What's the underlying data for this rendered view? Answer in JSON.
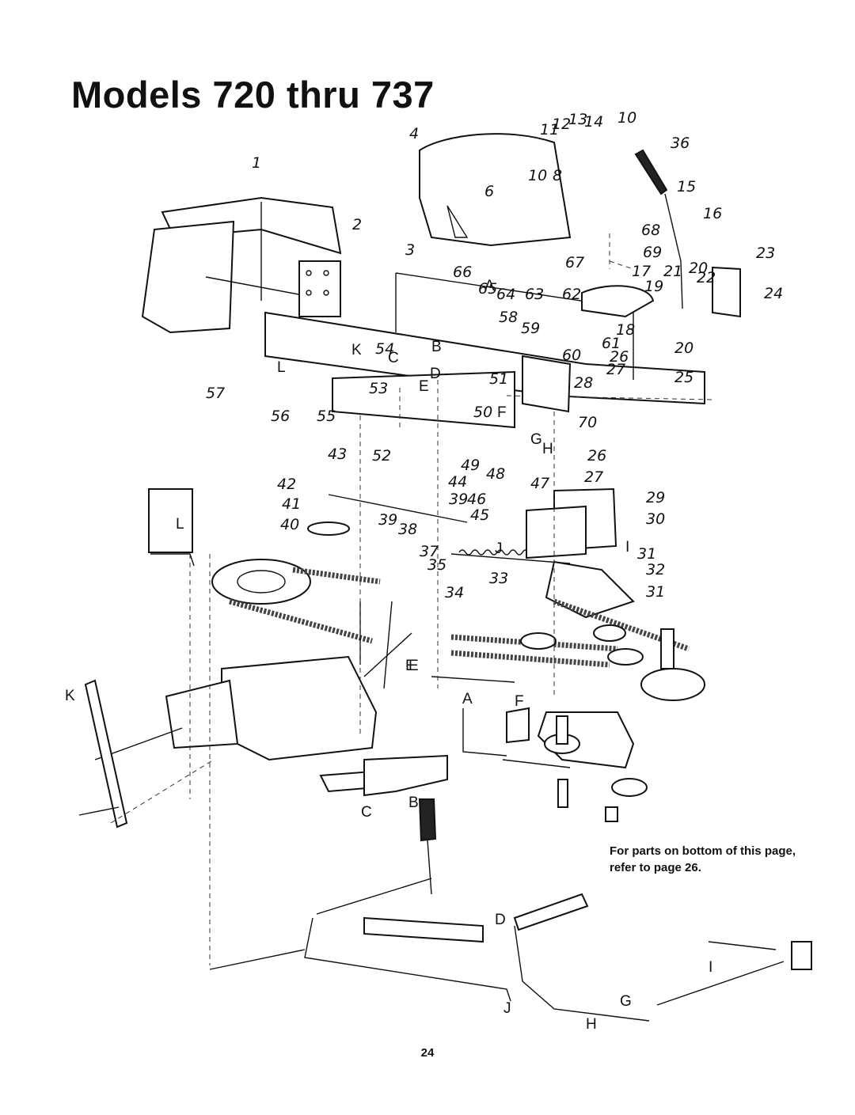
{
  "page": {
    "title": "Models 720 thru 737",
    "note": "For parts on bottom of this page, refer to page 26.",
    "page_number": "24"
  },
  "callouts": [
    {
      "id": "c1",
      "text": "1"
    },
    {
      "id": "c2",
      "text": "2"
    },
    {
      "id": "c3",
      "text": "3"
    },
    {
      "id": "c4",
      "text": "4"
    },
    {
      "id": "c6",
      "text": "6"
    },
    {
      "id": "c8",
      "text": "8"
    },
    {
      "id": "c10a",
      "text": "10"
    },
    {
      "id": "c10b",
      "text": "10"
    },
    {
      "id": "c11",
      "text": "11"
    },
    {
      "id": "c12",
      "text": "12"
    },
    {
      "id": "c13",
      "text": "13"
    },
    {
      "id": "c14",
      "text": "14"
    },
    {
      "id": "c15",
      "text": "15"
    },
    {
      "id": "c16",
      "text": "16"
    },
    {
      "id": "c17",
      "text": "17"
    },
    {
      "id": "c18",
      "text": "18"
    },
    {
      "id": "c19",
      "text": "19"
    },
    {
      "id": "c20a",
      "text": "20"
    },
    {
      "id": "c20b",
      "text": "20"
    },
    {
      "id": "c21",
      "text": "21"
    },
    {
      "id": "c22",
      "text": "22"
    },
    {
      "id": "c23",
      "text": "23"
    },
    {
      "id": "c24",
      "text": "24"
    },
    {
      "id": "c25",
      "text": "25"
    },
    {
      "id": "c26a",
      "text": "26"
    },
    {
      "id": "c26b",
      "text": "26"
    },
    {
      "id": "c27a",
      "text": "27"
    },
    {
      "id": "c27b",
      "text": "27"
    },
    {
      "id": "c28",
      "text": "28"
    },
    {
      "id": "c29",
      "text": "29"
    },
    {
      "id": "c30",
      "text": "30"
    },
    {
      "id": "c31a",
      "text": "31"
    },
    {
      "id": "c31b",
      "text": "31"
    },
    {
      "id": "c32",
      "text": "32"
    },
    {
      "id": "c33",
      "text": "33"
    },
    {
      "id": "c34",
      "text": "34"
    },
    {
      "id": "c35",
      "text": "35"
    },
    {
      "id": "c36",
      "text": "36"
    },
    {
      "id": "c37",
      "text": "37"
    },
    {
      "id": "c38",
      "text": "38"
    },
    {
      "id": "c39a",
      "text": "39"
    },
    {
      "id": "c39b",
      "text": "39"
    },
    {
      "id": "c40",
      "text": "40"
    },
    {
      "id": "c41",
      "text": "41"
    },
    {
      "id": "c42",
      "text": "42"
    },
    {
      "id": "c43",
      "text": "43"
    },
    {
      "id": "c44",
      "text": "44"
    },
    {
      "id": "c45",
      "text": "45"
    },
    {
      "id": "c46",
      "text": "46"
    },
    {
      "id": "c47",
      "text": "47"
    },
    {
      "id": "c48",
      "text": "48"
    },
    {
      "id": "c49",
      "text": "49"
    },
    {
      "id": "c50",
      "text": "50"
    },
    {
      "id": "c51",
      "text": "51"
    },
    {
      "id": "c52",
      "text": "52"
    },
    {
      "id": "c53",
      "text": "53"
    },
    {
      "id": "c54",
      "text": "54"
    },
    {
      "id": "c55",
      "text": "55"
    },
    {
      "id": "c56",
      "text": "56"
    },
    {
      "id": "c57",
      "text": "57"
    },
    {
      "id": "c58",
      "text": "58"
    },
    {
      "id": "c59",
      "text": "59"
    },
    {
      "id": "c60",
      "text": "60"
    },
    {
      "id": "c61",
      "text": "61"
    },
    {
      "id": "c62",
      "text": "62"
    },
    {
      "id": "c63",
      "text": "63"
    },
    {
      "id": "c64",
      "text": "64"
    },
    {
      "id": "c65",
      "text": "65"
    },
    {
      "id": "c66",
      "text": "66"
    },
    {
      "id": "c67",
      "text": "67"
    },
    {
      "id": "c68",
      "text": "68"
    },
    {
      "id": "c69",
      "text": "69"
    },
    {
      "id": "c70",
      "text": "70"
    }
  ],
  "letters": [
    {
      "id": "lA1",
      "text": "A"
    },
    {
      "id": "lA2",
      "text": "A"
    },
    {
      "id": "lB1",
      "text": "B"
    },
    {
      "id": "lB2",
      "text": "B"
    },
    {
      "id": "lC1",
      "text": "C"
    },
    {
      "id": "lC2",
      "text": "C"
    },
    {
      "id": "lD1",
      "text": "D"
    },
    {
      "id": "lD2",
      "text": "D"
    },
    {
      "id": "lE1",
      "text": "E"
    },
    {
      "id": "lE2",
      "text": "E"
    },
    {
      "id": "lE3",
      "text": "E"
    },
    {
      "id": "lF1",
      "text": "F"
    },
    {
      "id": "lF2",
      "text": "F"
    },
    {
      "id": "lG1",
      "text": "G"
    },
    {
      "id": "lG2",
      "text": "G"
    },
    {
      "id": "lH1",
      "text": "H"
    },
    {
      "id": "lH2",
      "text": "H"
    },
    {
      "id": "lI1",
      "text": "I"
    },
    {
      "id": "lI2",
      "text": "I"
    },
    {
      "id": "lJ1",
      "text": "J"
    },
    {
      "id": "lJ2",
      "text": "J"
    },
    {
      "id": "lK1",
      "text": "K"
    },
    {
      "id": "lK2",
      "text": "K"
    },
    {
      "id": "lL1",
      "text": "L"
    },
    {
      "id": "lL2",
      "text": "L"
    }
  ]
}
